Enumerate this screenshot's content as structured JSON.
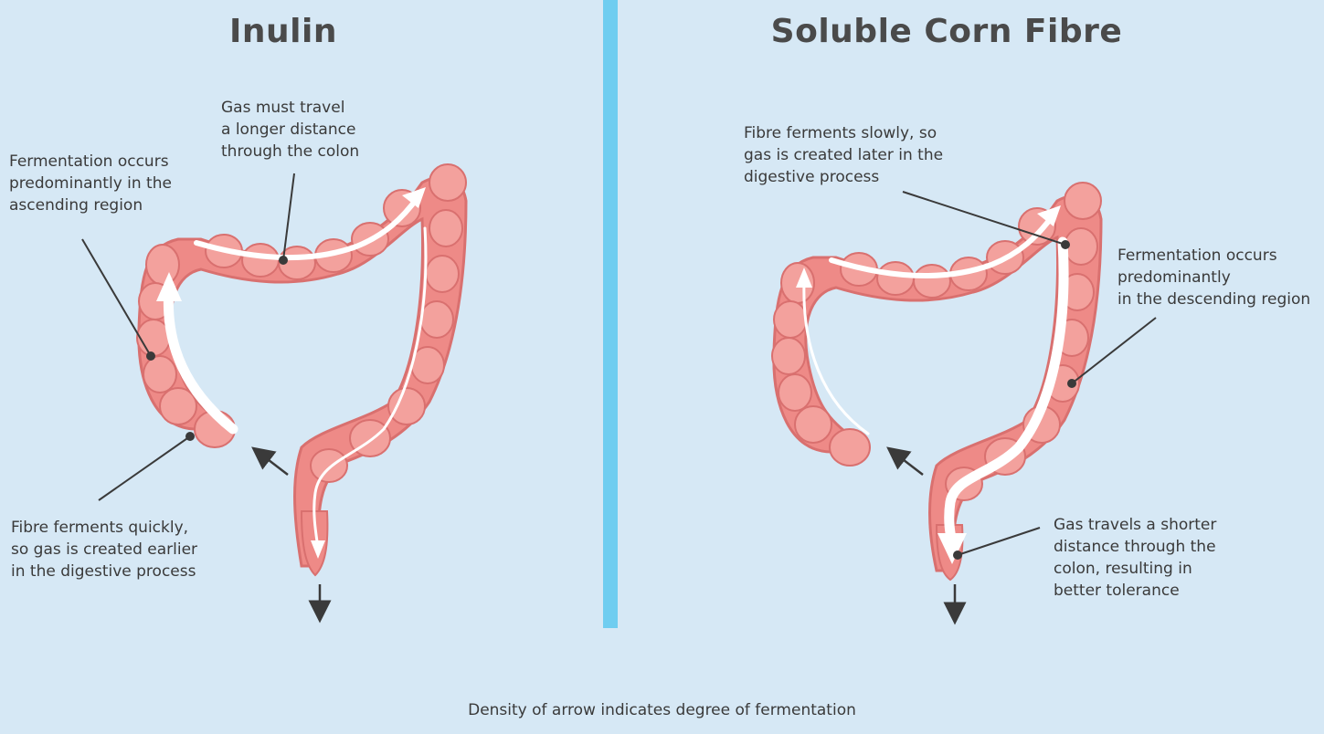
{
  "panels": [
    {
      "title": "Inulin",
      "labels": {
        "gas_travel": "Gas must travel\na longer distance\nthrough the colon",
        "fermentation": "Fermentation occurs\npredominantly in the\nascending region",
        "fibre": "Fibre ferments quickly,\nso gas is created earlier\nin the digestive process"
      }
    },
    {
      "title": "Soluble Corn Fibre",
      "labels": {
        "fibre": "Fibre ferments slowly, so\ngas is created later in the\ndigestive process",
        "fermentation": "Fermentation occurs\npredominantly\nin the descending region",
        "gas_travel": "Gas travels a shorter\ndistance through the\ncolon, resulting in\nbetter tolerance"
      }
    }
  ],
  "footer": "Density of arrow indicates degree of fermentation",
  "colors": {
    "background": "#d6e8f5",
    "divider": "#6fcdf0",
    "colon": "#ee8a87",
    "colon_dark": "#d9706f",
    "colon_light": "#f6aaa6",
    "arrow": "#ffffff",
    "leader": "#3a3a3a"
  }
}
